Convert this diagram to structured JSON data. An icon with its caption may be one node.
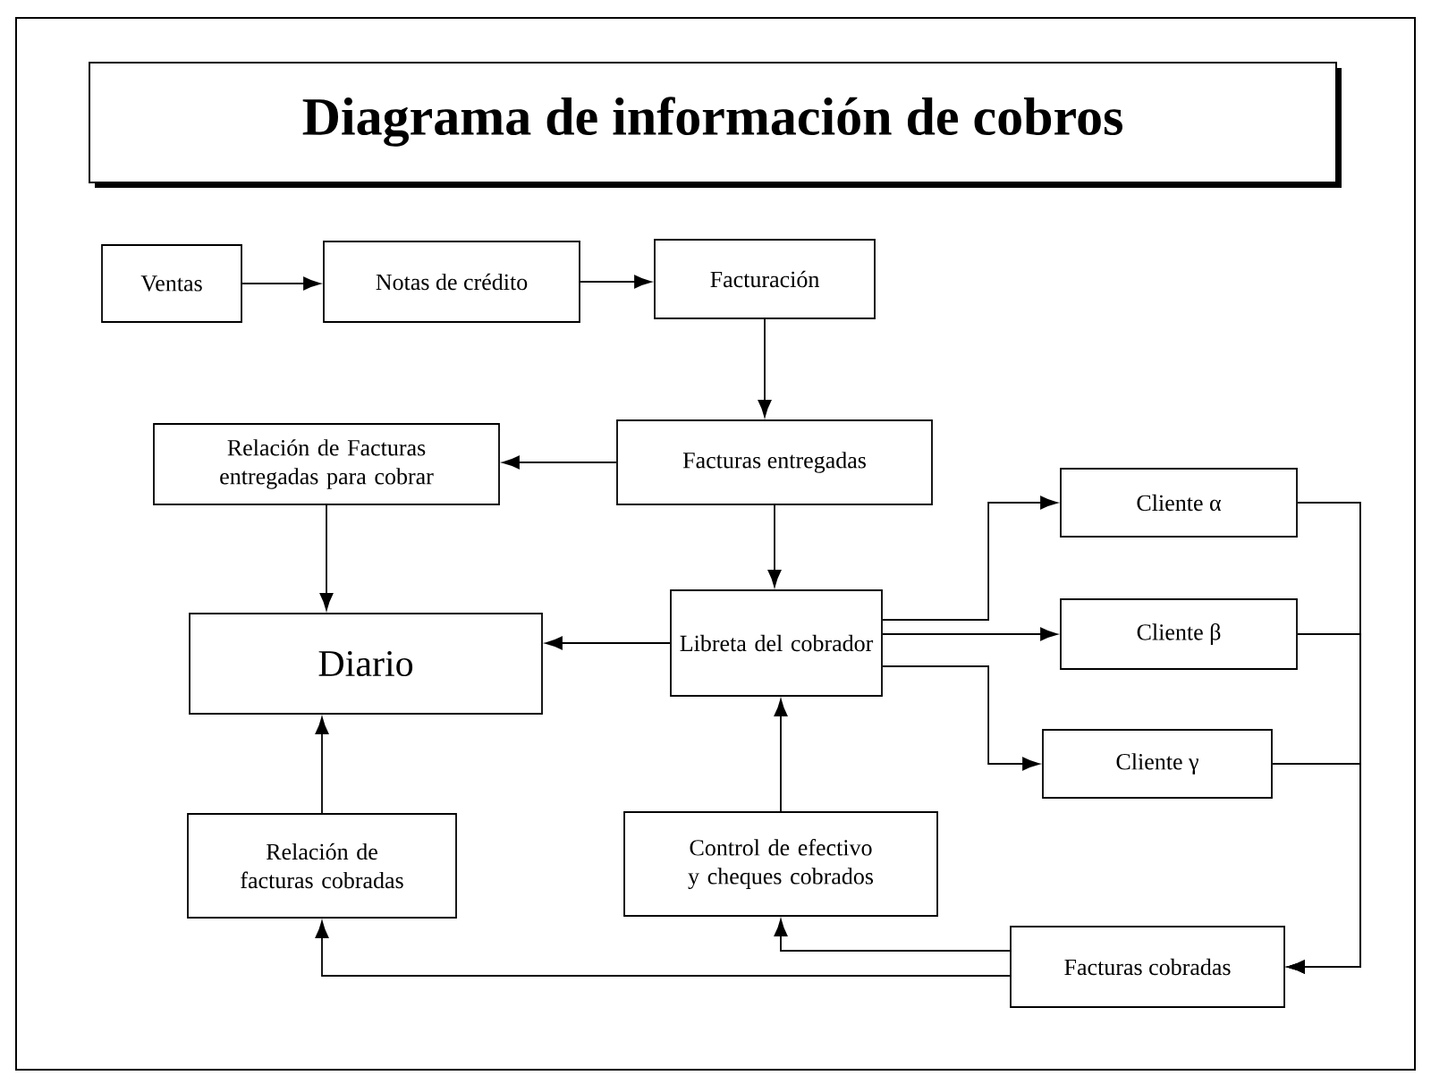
{
  "diagram": {
    "title": "Diagrama de información de cobros",
    "nodes": [
      {
        "text": [
          "Ventas"
        ]
      },
      {
        "text": [
          "Notas de crédito"
        ]
      },
      {
        "text": [
          "Facturación"
        ]
      },
      {
        "text": [
          "Relación de Facturas entregadas para cobrar"
        ]
      },
      {
        "text": [
          "Facturas entregadas"
        ]
      },
      {
        "text": [
          "Cliente α"
        ]
      },
      {
        "text": [
          "Diario"
        ]
      },
      {
        "text": [
          "Libreta del cobrador"
        ]
      },
      {
        "text": [
          "Cliente β"
        ]
      },
      {
        "text": [
          "Cliente γ"
        ]
      },
      {
        "text": [
          "Relación de facturas cobradas"
        ]
      },
      {
        "text": [
          "Control de efectivo y cheques cobrados"
        ]
      },
      {
        "text": [
          "Facturas cobradas"
        ]
      }
    ],
    "edges": [
      {
        "from": 0,
        "to": 1,
        "arrow": "to"
      },
      {
        "from": 1,
        "to": 2,
        "arrow": "to"
      },
      {
        "from": 2,
        "to": 4,
        "arrow": "to"
      },
      {
        "from": 4,
        "to": 3,
        "arrow": "to"
      },
      {
        "from": 3,
        "to": 6,
        "arrow": "to"
      },
      {
        "from": 4,
        "to": 7,
        "arrow": "to"
      },
      {
        "from": 7,
        "to": 6,
        "arrow": "to"
      },
      {
        "from": 7,
        "to": 5,
        "arrow": "to"
      },
      {
        "from": 7,
        "to": 8,
        "arrow": "to"
      },
      {
        "from": 7,
        "to": 9,
        "arrow": "to"
      },
      {
        "from": 5,
        "to": 12,
        "arrow": "to"
      },
      {
        "from": 8,
        "to": 12,
        "arrow": "to"
      },
      {
        "from": 9,
        "to": 12,
        "arrow": "to"
      },
      {
        "from": 12,
        "to": 11,
        "arrow": "to"
      },
      {
        "from": 12,
        "to": 10,
        "arrow": "to"
      },
      {
        "from": 10,
        "to": 6,
        "arrow": "to"
      },
      {
        "from": 11,
        "to": 7,
        "arrow": "to"
      }
    ]
  }
}
